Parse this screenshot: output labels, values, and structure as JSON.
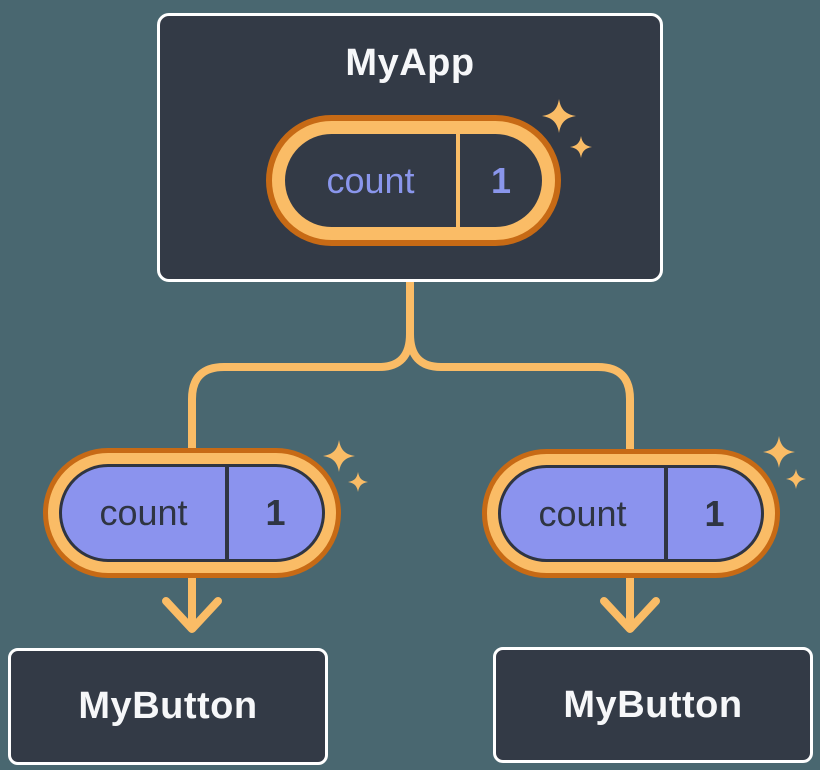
{
  "tree": {
    "root": {
      "label": "MyApp",
      "state": {
        "name": "count",
        "value": "1"
      }
    },
    "children": [
      {
        "label": "MyButton",
        "state": {
          "name": "count",
          "value": "1"
        }
      },
      {
        "label": "MyButton",
        "state": {
          "name": "count",
          "value": "1"
        }
      }
    ]
  },
  "icons": {
    "sparkle": "sparkle-icon",
    "arrow": "arrow-down"
  },
  "colors": {
    "background": "#496770",
    "card_bg": "#333A46",
    "card_border": "#FFFFFF",
    "card_text": "#F6F7F9",
    "orange": "#FABC66",
    "orange_dark": "#C76A15",
    "purple": "#8B93EE",
    "purple_text": "#8A96EC",
    "dark_text": "#2F3542"
  }
}
